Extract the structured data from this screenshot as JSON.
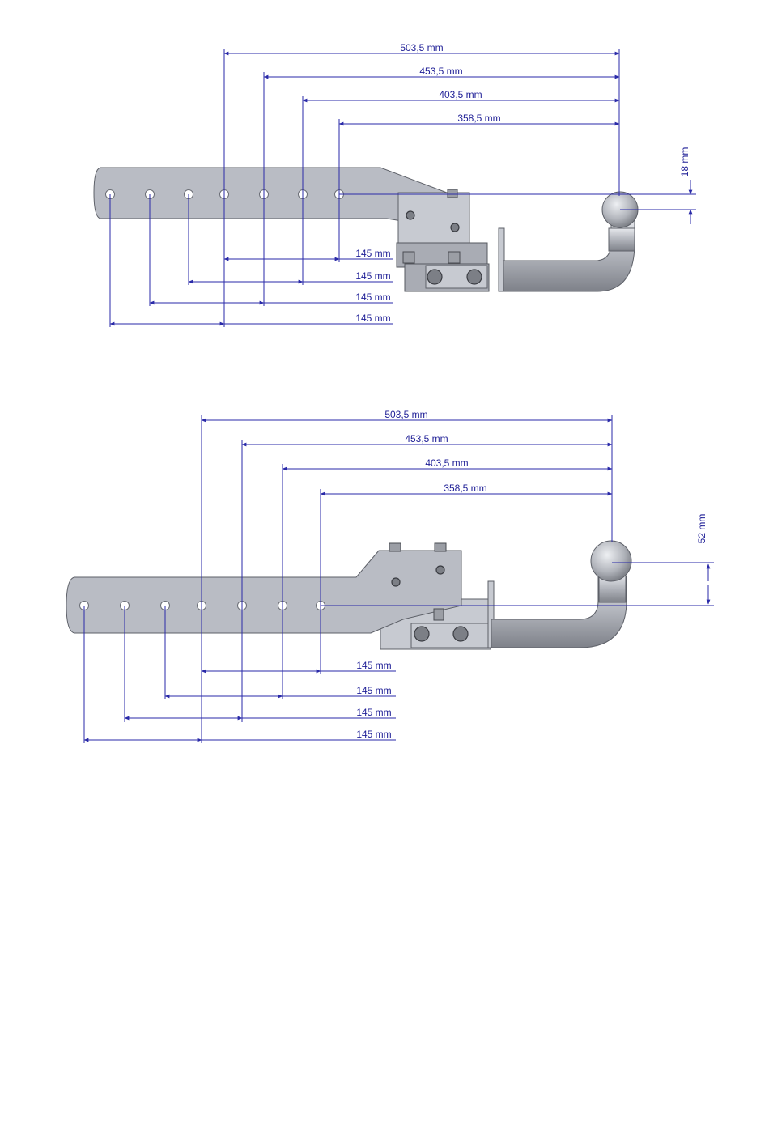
{
  "drawings": [
    {
      "id": "top",
      "overall_dimensions": [
        "503,5 mm",
        "453,5 mm",
        "403,5 mm",
        "358,5 mm"
      ],
      "hole_spacing_dimensions": [
        "145 mm",
        "145 mm",
        "145 mm",
        "145 mm"
      ],
      "vertical_offset": "18 mm"
    },
    {
      "id": "bottom",
      "overall_dimensions": [
        "503,5 mm",
        "453,5 mm",
        "403,5 mm",
        "358,5 mm"
      ],
      "hole_spacing_dimensions": [
        "145 mm",
        "145 mm",
        "145 mm",
        "145 mm"
      ],
      "vertical_offset": "52 mm"
    }
  ],
  "colors": {
    "dimension_lines": "#2a2aa8",
    "dimension_text": "#1e1e96",
    "steel_plate": "#b9bcc4"
  }
}
